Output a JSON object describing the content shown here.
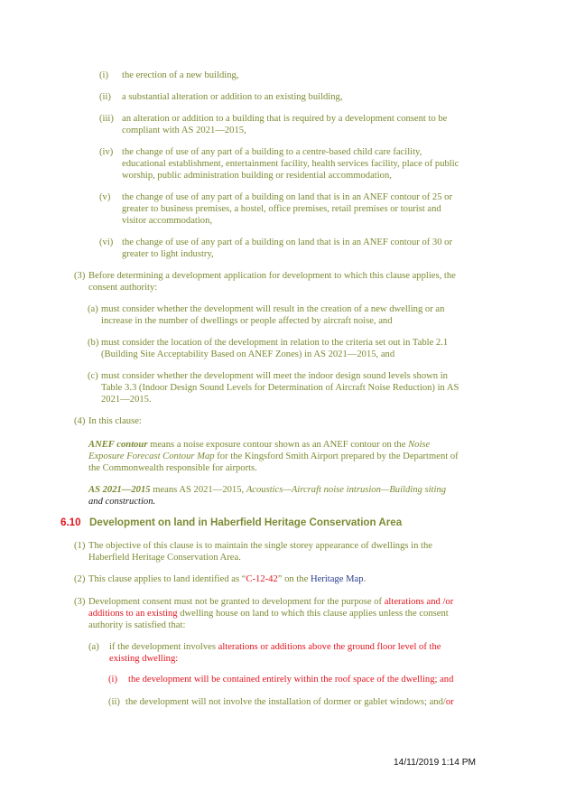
{
  "sub_items": [
    {
      "num": "(i)",
      "lines": [
        "the erection of a new building,"
      ]
    },
    {
      "num": "(ii)",
      "lines": [
        "a substantial alteration or addition to an existing building,"
      ]
    },
    {
      "num": "(iii)",
      "lines": [
        "an alteration or addition to a building that is required by a development consent to be",
        "compliant with AS 2021—2015,"
      ]
    },
    {
      "num": "(iv)",
      "lines": [
        "the change of use of any part of a building to a centre-based child care facility,",
        "educational establishment, entertainment facility, health services facility, place of public",
        "worship, public administration building or residential accommodation,"
      ]
    },
    {
      "num": "(v)",
      "lines": [
        "the change of use of any part of a building on land that is in an ANEF contour of 25 or",
        "greater to business premises, a hostel, office premises, retail premises or tourist and",
        "visitor accommodation,"
      ]
    },
    {
      "num": "(vi)",
      "lines": [
        "the change of use of any part of a building on land that is in an ANEF contour of 30 or",
        "greater to light industry,"
      ]
    }
  ],
  "clause3": {
    "num": "(3)",
    "lines": [
      "Before determining a development application for development to which this clause applies, the",
      "consent authority:"
    ],
    "items": [
      {
        "num": "(a)",
        "lines": [
          "must consider whether the development will result in the creation of a new dwelling or an",
          "increase in the number of dwellings or people affected by aircraft noise, and"
        ]
      },
      {
        "num": "(b)",
        "lines": [
          "must consider the location of the development in relation to the criteria set out in Table 2.1",
          "(Building Site Acceptability Based on ANEF Zones) in AS 2021—2015, and"
        ]
      },
      {
        "num": "(c)",
        "lines": [
          "must consider whether the development will meet the indoor design sound levels shown in",
          "Table 3.3 (Indoor Design Sound Levels for Determination of Aircraft Noise Reduction) in AS",
          "2021—2015."
        ]
      }
    ]
  },
  "clause4": {
    "num": "(4)",
    "text": "In this clause:",
    "def1": {
      "term": "ANEF contour",
      "l1_a": " means a noise exposure contour shown as an ANEF contour on the ",
      "l1_b": "Noise",
      "l2_a": "Exposure Forecast Contour Map",
      "l2_b": " for the Kingsford Smith Airport prepared by the Department of",
      "l3": "the Commonwealth responsible for airports."
    },
    "def2": {
      "term": "AS 2021—2015",
      "l1_a": " means AS 2021—2015, ",
      "l1_b": "Acoustics—Aircraft noise intrusion—Building siting",
      "l2": "and construction."
    }
  },
  "section": {
    "number": "6.10",
    "title": "Development on land in Haberfield Heritage Conservation Area"
  },
  "s1": {
    "num": "(1)",
    "lines": [
      "The objective of this clause is to maintain the single storey appearance of dwellings in the",
      "Haberfield Heritage Conservation Area."
    ]
  },
  "s2": {
    "num": "(2)",
    "a": "This clause applies to land identified as “",
    "code": "C-12-42",
    "b": "” on the ",
    "map": "Heritage Map",
    "c": "."
  },
  "s3": {
    "num": "(3)",
    "l1_a": "Development consent must not be granted to development for the purpose of ",
    "l1_b": "alterations and /or",
    "l2_a": "additions to an existing",
    "l2_b": " dwelling house on land to which this clause applies unless the consent",
    "l3": "authority is satisfied that:",
    "a": {
      "num": "(a)",
      "l1_a": "if the development involves ",
      "l1_b": "alterations or additions above the ground floor level of the",
      "l2": "existing dwelling:"
    },
    "i": {
      "num": "(i)",
      "text": "the development will be contained entirely within the roof space of the dwelling; and"
    },
    "ii": {
      "num": "(ii)",
      "text_a": "the development will not involve the installation of dormer or gablet windows; and/",
      "text_b": "or"
    }
  },
  "footer": {
    "timestamp": "14/11/2019 1:14 PM"
  }
}
